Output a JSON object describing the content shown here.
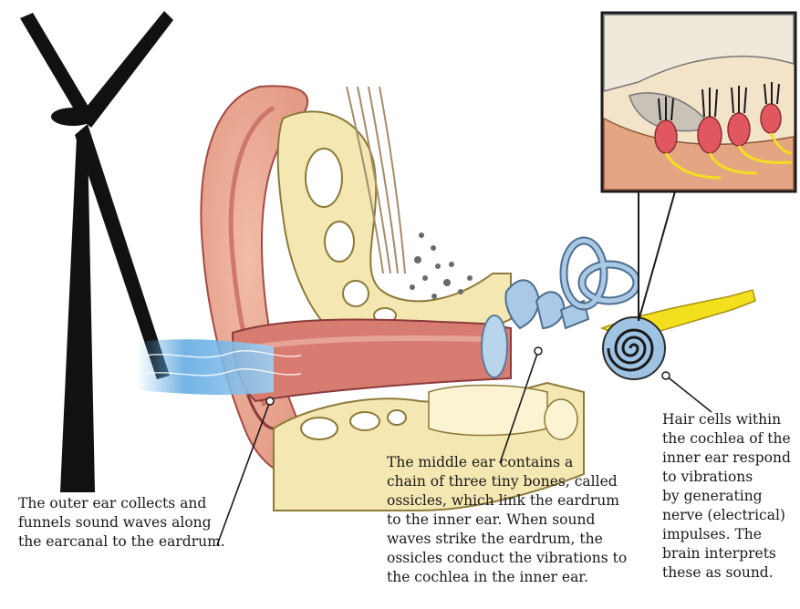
{
  "diagram": {
    "captions": {
      "outer_ear": [
        "The outer ear collects and",
        "funnels sound waves along",
        "the earcanal to the eardrum."
      ],
      "middle_ear": [
        "The middle ear contains a",
        "chain of three tiny bones, called",
        "ossicles, which link the eardrum",
        "to the inner ear. When sound",
        "waves strike the eardrum, the",
        "ossicles conduct the vibrations to",
        "the cochlea in the inner ear."
      ],
      "inner_ear": [
        "Hair cells within",
        "the cochlea of the",
        "inner ear respond",
        "to vibrations",
        "by generating",
        "nerve (electrical)",
        "impulses. The",
        "brain interprets",
        "these as sound."
      ]
    },
    "colors": {
      "skin": "#e8a78f",
      "skin_dark": "#c76a62",
      "bone": "#f4e7b2",
      "canal": "#d87c72",
      "cochlea_blue": "#9fc3e3",
      "nerve_yellow": "#f2df1e",
      "sound_wave": "#5aa7e0",
      "turbine": "#111111",
      "hair_cell": "#e0575f"
    }
  }
}
